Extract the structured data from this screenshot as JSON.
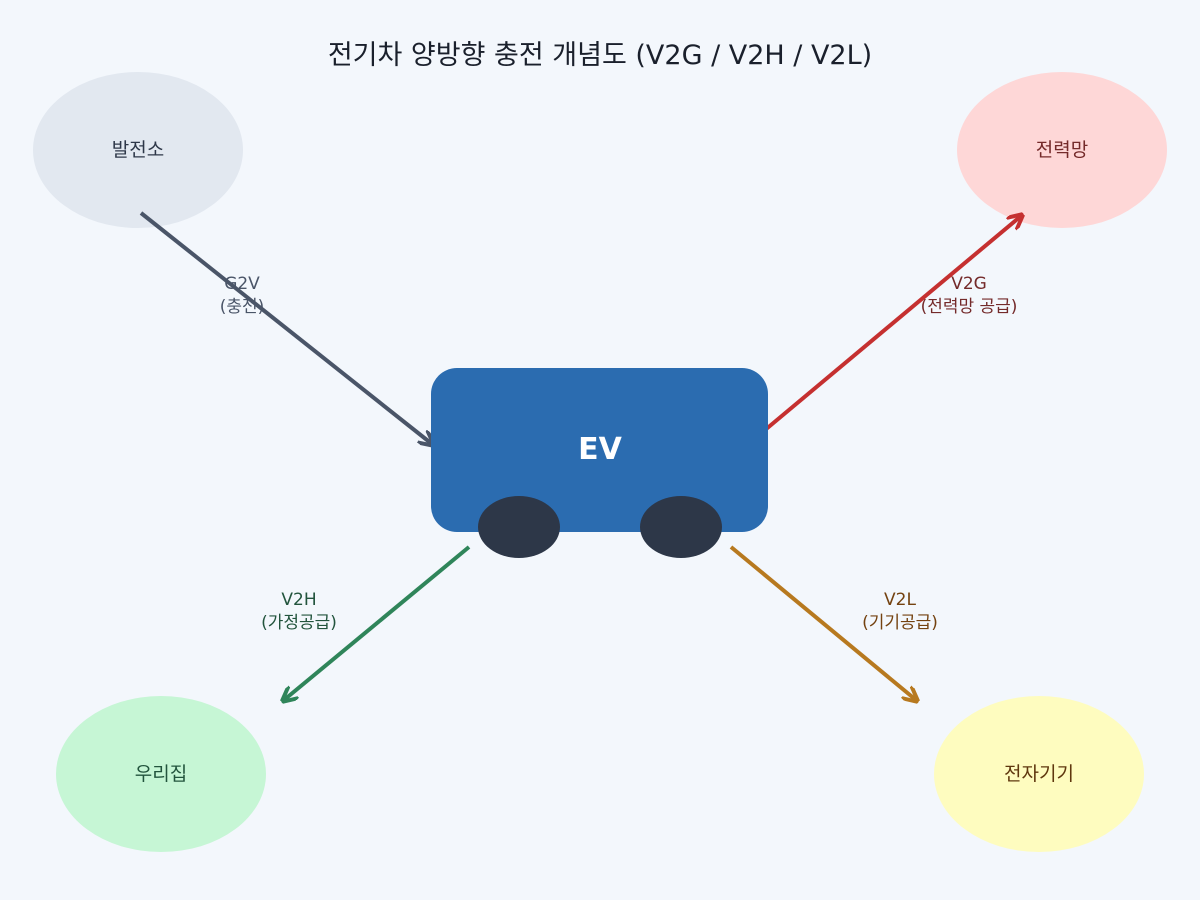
{
  "title": "전기차 양방향 충전 개념도 (V2G / V2H / V2L)",
  "center": {
    "label": "EV",
    "color": "#2b6cb0",
    "wheel_color": "#2d3748"
  },
  "nodes": {
    "power_plant": {
      "label": "발전소",
      "fill": "#e2e8f0",
      "text_color": "#2d3748"
    },
    "grid": {
      "label": "전력망",
      "fill": "#fed7d7",
      "text_color": "#742a2a"
    },
    "home": {
      "label": "우리집",
      "fill": "#c6f6d5",
      "text_color": "#22543d"
    },
    "devices": {
      "label": "전자기기",
      "fill": "#fefcbf",
      "text_color": "#5f370e"
    }
  },
  "flows": {
    "g2v": {
      "line1": "G2V",
      "line2": "(충전)",
      "color": "#4a5568"
    },
    "v2g": {
      "line1": "V2G",
      "line2": "(전력망 공급)",
      "color": "#c53030",
      "text_color": "#742a2a"
    },
    "v2h": {
      "line1": "V2H",
      "line2": "(가정공급)",
      "color": "#2f855a",
      "text_color": "#22543d"
    },
    "v2l": {
      "line1": "V2L",
      "line2": "(기기공급)",
      "color": "#b7791f",
      "text_color": "#744210"
    }
  }
}
